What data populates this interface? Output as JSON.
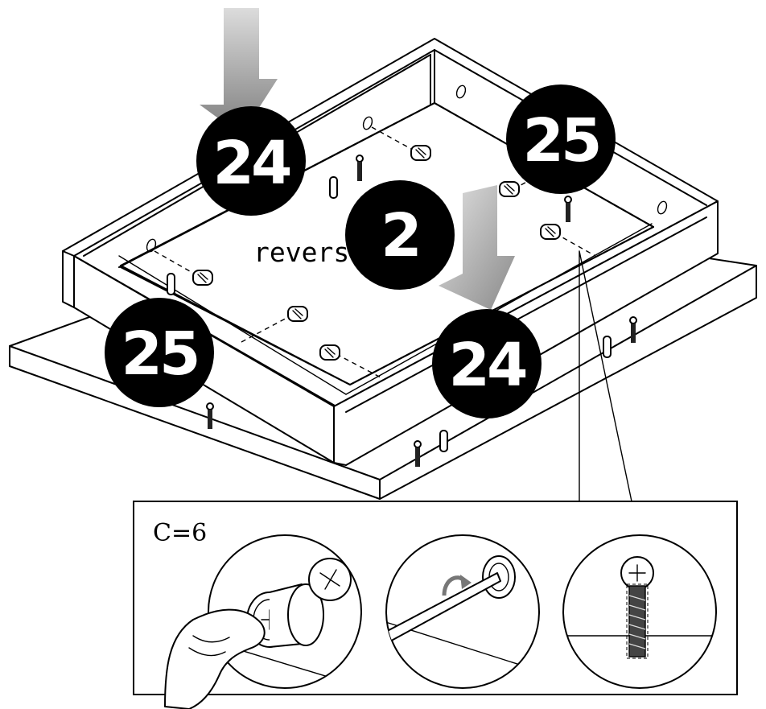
{
  "diagram": {
    "labels": {
      "reverse_side": "reverse side",
      "callout_count": "C=6"
    },
    "badges": [
      {
        "id": "badge-24-top-left",
        "number": "24"
      },
      {
        "id": "badge-25-top-right",
        "number": "25"
      },
      {
        "id": "badge-2-center",
        "number": "2"
      },
      {
        "id": "badge-25-left",
        "number": "25"
      },
      {
        "id": "badge-24-bottom-right",
        "number": "24"
      }
    ],
    "arrows": [
      {
        "id": "arrow-top-left",
        "direction": "down"
      },
      {
        "id": "arrow-right",
        "direction": "down"
      }
    ],
    "detail_steps": [
      {
        "id": "insert-cam-lock",
        "icon": "hand-pressing-icon"
      },
      {
        "id": "turn-screwdriver",
        "icon": "rotate-arrow-icon"
      },
      {
        "id": "locked-cam-section",
        "icon": "cam-bolt-section-icon"
      }
    ],
    "colors": {
      "ink": "#000000",
      "paper": "#ffffff",
      "arrow_light": "#d9d9d9",
      "arrow_dark": "#8c8c8c"
    }
  }
}
